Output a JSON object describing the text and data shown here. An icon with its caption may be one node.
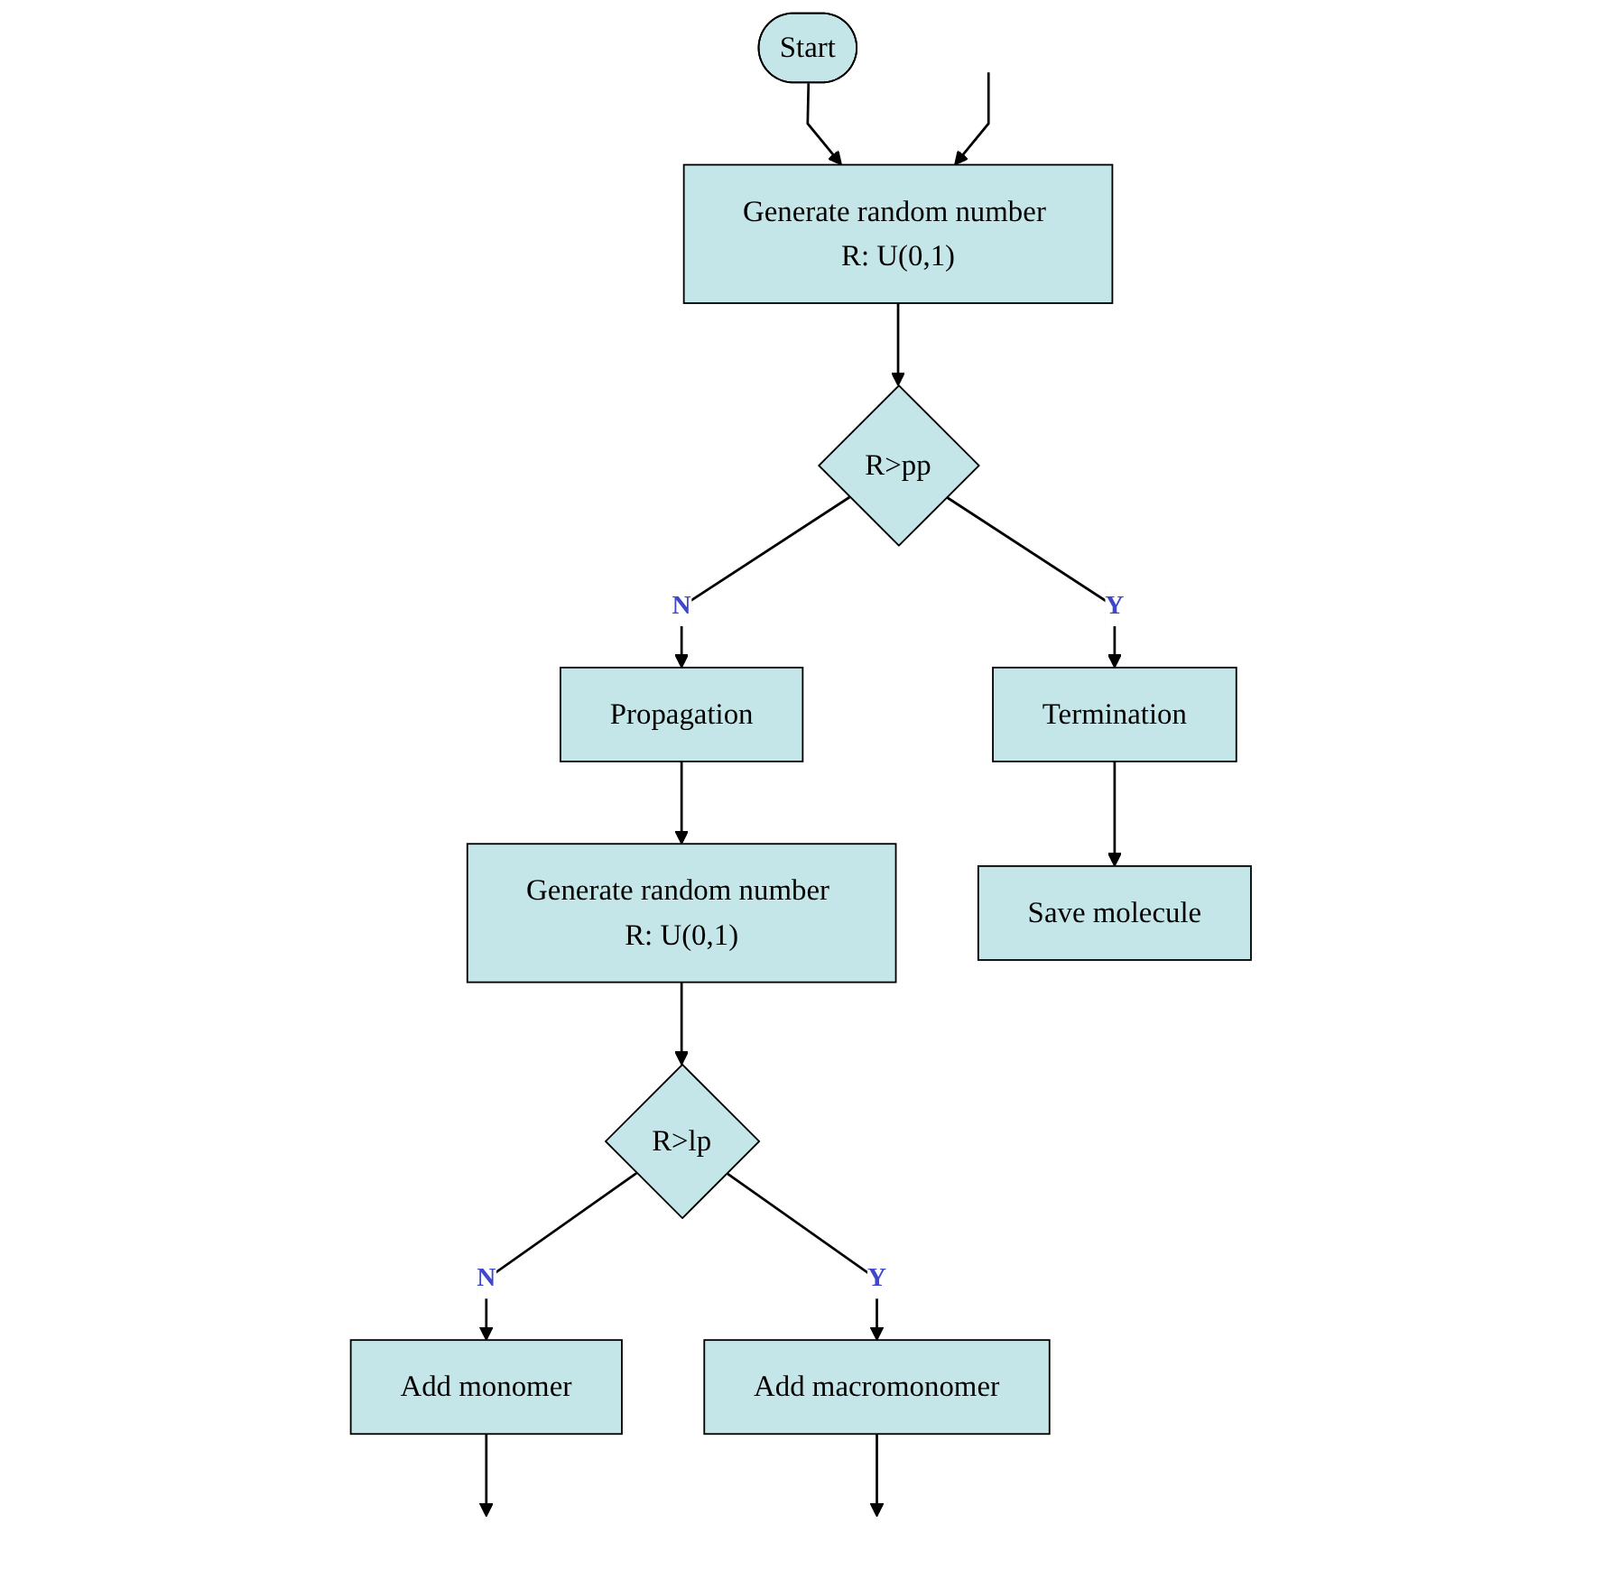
{
  "diagram": {
    "nodes": [
      {
        "text": [
          "Start"
        ]
      },
      {
        "text": [
          "Generate random number R: U(0,1)"
        ]
      },
      {
        "text": [
          "Propagation"
        ]
      },
      {
        "text": [
          "R>pp"
        ]
      },
      {
        "text": [
          "Termination"
        ]
      },
      {
        "text": [
          "Generate random number R: U(0,1)"
        ]
      },
      {
        "text": [
          "Save molecule"
        ]
      },
      {
        "text": [
          "R>lp"
        ]
      },
      {
        "text": [
          "Add monomer"
        ]
      },
      {
        "text": [
          "Add macromonomer"
        ]
      }
    ],
    "edges": [
      {
        "from": 0,
        "to": 1,
        "arrow": "to"
      },
      {
        "from": 1,
        "to": 3,
        "arrow": "to"
      },
      {
        "from": 3,
        "to": 2,
        "label": "N",
        "arrow": "to"
      },
      {
        "from": 3,
        "to": 4,
        "label": "Y",
        "arrow": "to"
      },
      {
        "from": 2,
        "to": 5,
        "arrow": "to"
      },
      {
        "from": 4,
        "to": 6,
        "arrow": "to"
      },
      {
        "from": 5,
        "to": 7,
        "arrow": "to"
      },
      {
        "from": 7,
        "to": 8,
        "label": "N",
        "arrow": "to"
      },
      {
        "from": 7,
        "to": 9,
        "label": "Y",
        "arrow": "to"
      },
      {
        "from": 8,
        "to": null,
        "arrow": "to"
      },
      {
        "from": 9,
        "to": null,
        "arrow": "to"
      },
      {
        "from": null,
        "to": 1,
        "arrow": "to"
      }
    ]
  }
}
